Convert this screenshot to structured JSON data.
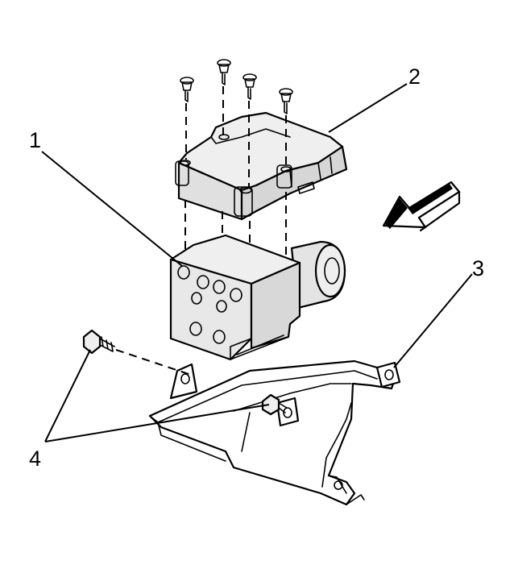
{
  "colors": {
    "line": "#000000",
    "part_fill": "#ebebeb",
    "part_shade": "#d2d2d2",
    "background": "#ffffff"
  },
  "callouts": [
    {
      "id": "1",
      "label": "1",
      "part": "hydraulic-modulator"
    },
    {
      "id": "2",
      "label": "2",
      "part": "electronic-brake-control-module"
    },
    {
      "id": "3",
      "label": "3",
      "part": "mounting-bracket"
    },
    {
      "id": "4",
      "label": "4",
      "part": "bolts"
    }
  ],
  "icons": {
    "direction_arrow": "front-direction-arrow-icon"
  }
}
